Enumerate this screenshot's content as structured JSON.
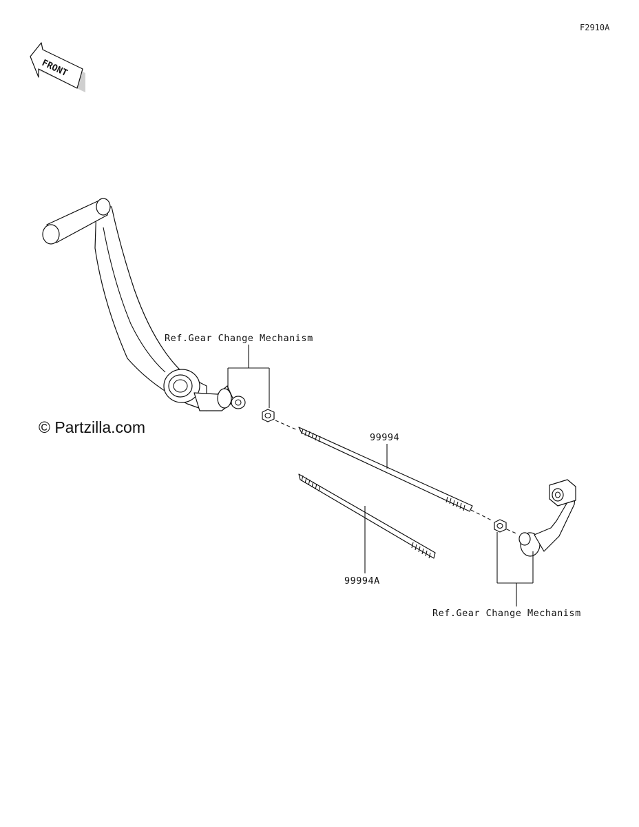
{
  "figure_code": "F2910A",
  "front_label": "FRONT",
  "watermark": "© Partzilla.com",
  "callouts": {
    "ref_top": "Ref.Gear Change Mechanism",
    "rod_main": "99994",
    "rod_alt": "99994A",
    "ref_bottom": "Ref.Gear Change Mechanism"
  }
}
